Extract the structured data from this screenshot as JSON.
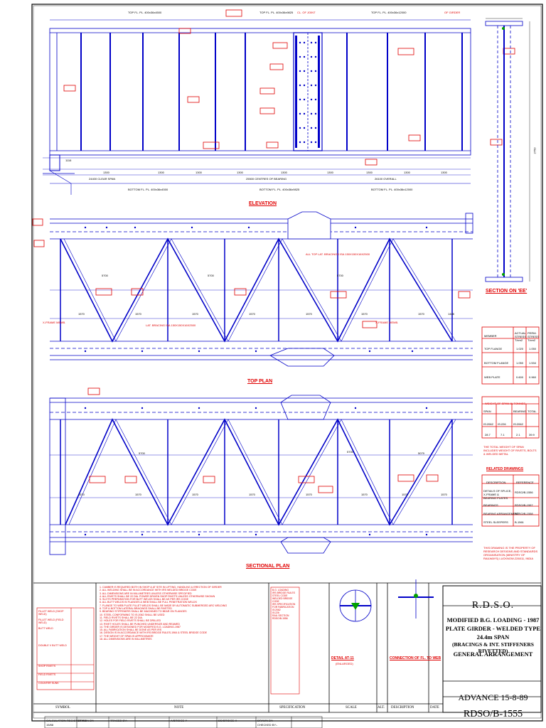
{
  "colors": {
    "drawing": "#0000c8",
    "annotation": "#e00000",
    "frame": "#000000"
  },
  "top_elevation": {
    "dimensions": {
      "top_flange": "TOP FL. PL. 400x36x4500",
      "top_flange_mid": "TOP FL. PL. 400x36x9825",
      "top_flange_right": "TOP FL. PL. 400x36x12000",
      "bottom_flange": "BOTTOM FL. PL. 400x36x4500",
      "bottom_flange_mid": "BOTTOM FL. PL. 400x36x9825",
      "bottom_flange_right": "BOTTOM FL. PL. 400x36x12000",
      "clear_span": "24400 CLEAR SPAN",
      "centres_of_bearing": "25500 CENTRES OF BEARING",
      "overall": "26100 OVERALL",
      "panels": [
        "1116",
        "1300",
        "1300",
        "1300",
        "1300",
        "1300",
        "1300",
        "1300",
        "1300",
        "1300"
      ]
    },
    "of_girder": "OF GIRDER",
    "splice_label": "CL. OF JOINT"
  },
  "section_ee": {
    "title": "SECTION ON 'EE'",
    "depth": "2750"
  },
  "elevation_title": "ELEVATION",
  "top_plan": {
    "title": "TOP PLAN",
    "panels": [
      "1570",
      "1570",
      "1570",
      "1570",
      "1570",
      "1570",
      "1570",
      "1488"
    ],
    "centres": [
      "5700",
      "5700",
      "5700"
    ],
    "notes": [
      "LAT. BRACING ISA 150X150X16X2500",
      "ALL TOP LAT. BRACINGS ISA 150X150X16X2500",
      "X-FRAME MEMB.",
      "X-FRAME MEMB."
    ]
  },
  "sectional_plan": {
    "title": "SECTIONAL PLAN",
    "panels": [
      "1570",
      "1570",
      "1570",
      "1570",
      "1570",
      "1570",
      "1570",
      "1570"
    ],
    "centres": [
      "5700",
      "5700",
      "5079"
    ]
  },
  "stress_table": {
    "headers": [
      "MEMBER",
      "ACTUAL STRESS T/cm2",
      "PERM. STRESS T/cm2"
    ],
    "rows": [
      [
        "TOP FLANGE",
        "1.020",
        "1.050"
      ],
      [
        "BOTTOM FLANGE",
        "1.050",
        "1.534"
      ],
      [
        "WEB PLATE",
        "0.600",
        "0.960"
      ]
    ]
  },
  "weight_table": {
    "title": "WEIGHT OF SPAN IN TONNES",
    "headers": [
      "SPAN",
      "BEARING",
      "TOTAL"
    ],
    "subheaders": [
      "STEEL TO",
      "STEEL TO"
    ],
    "rows": [
      [
        "IS:2062",
        "IS:226",
        "IS:2062"
      ],
      [
        "28.7",
        "7.1",
        "2.1",
        "39.9"
      ]
    ],
    "note": "THE TOTAL WEIGHT OF SPAN INCLUDES WEIGHT OF RIVETS, BOLTS & WELDED METAL"
  },
  "related_drawings": {
    "title": "RELATED DRAWINGS",
    "headers": [
      "DESCRIPTION",
      "REFERENCE"
    ],
    "rows": [
      [
        "DETAILS OF SPLICE, X-FRAME & BEARING PLATES",
        "RDSO/B-1556"
      ],
      [
        "BEARINGS",
        "RDSO/B-1557"
      ],
      [
        "BEARING ARRANGEMENT",
        "RDSO/B-1558"
      ],
      [
        "STEEL SLEEPERS",
        "B-1561"
      ]
    ]
  },
  "property_note": "THIS DRAWING IS THE PROPERTY OF RESEARCH DESIGNS AND STANDARDS ORGANISATION (MINISTRY OF RAILWAYS) LUCKNOW-226011, INDIA",
  "notes": [
    "1. CAMBER IS REQUIRED BOTH IN SHOP & AT SITE IN LIFTING, HANDLING & ERECTION OF GIRDER",
    "2. ALL WELDING SHALL BE IN ACCORDANCE WITH IRS WELDED BRIDGE CODE",
    "3. ALL DIMENSIONS ARE IN MILLIMETRES UNLESS OTHERWISE SPECIFIED",
    "4. ALL RIVETS SHALL BE 22 DIA. POWER DRIVEN SHOP RIVETS UNLESS OTHERWISE SHOWN",
    "5. SLOTS PREPARATION FOR BUTT WELDS SHALL BE AS PER IRS CODE",
    "6. ALL BUTT WELDS IN FLANGES & WEB SHALL BE FULL PENETRATION WELDS",
    "7. FLANGE TO WEB PLATE FILLET WELDS SHALL BE MADE BY AUTOMATIC SUBMERGED ARC WELDING",
    "8. TOP & BOTTOM LATERAL BRACINGS SHALL BE RIVETED",
    "9. BEARING STIFFENERS SHALL BE MACHINED TO BEAR ON FLANGES",
    "10. STEEL CONFORMING TO IS:2062 SHALL BE USED",
    "11. FIELD RIVETS SHALL BE 22 DIA.",
    "12. HOLES FOR FIELD RIVETS SHALL BE DRILLED",
    "13. RIVET HOLES SHALL BE PUNCHED UNDERSIZE AND REAMED",
    "14. THE GIRDER IS DESIGNED FOR MODIFIED B.G. LOADING-1987",
    "15. ALL FABRICATION SHALL BE DONE AS PER IRS",
    "16. DESIGN IS IN ACCORDANCE WITH IRS BRIDGE RULES-1964 & STEEL BRIDGE CODE",
    "17. THE WEIGHT OF SPAN IS APPROXIMATE",
    "18. ALL DIMENSIONS ARE IN MILLIMETRES"
  ],
  "specification": {
    "title": "SPECIFICATION",
    "items": [
      "B.G. LOADING",
      "IRS BRIDGE RULES",
      "STEEL CODE",
      "WELDED BRIDGE CODE",
      "IRS SPECIFICATION FOR FABRICATION",
      "IS:2062",
      "IS:226",
      "RAIL SECTION",
      "RDSO/B-1556"
    ]
  },
  "detail_labels": {
    "detail": "DETAIL AT-11",
    "detail_scale": "(ENLARGED)",
    "connection": "CONNECTION OF FL. TO WEB"
  },
  "legend": {
    "items": [
      "FILLET WELD (SHOP WELD)",
      "FILLET WELD (FIELD WELD)",
      "BUTT WELD",
      "DOUBLE V BUTT WELD",
      "SHOP RIVETS",
      "FIELD RIVETS",
      "COUNTER SUNK"
    ]
  },
  "footer": {
    "symbol": "SYMBOL",
    "note": "NOTE",
    "specification": "SPECIFICATION",
    "scale": "SCALE",
    "alt": "ALT.",
    "description": "DESCRIPTION",
    "date": "DATE"
  },
  "title_block": {
    "org": "R.D.S.O.",
    "line1": "MODIFIED B.G. LOADING - 1987",
    "line2": "PLATE GIRDER - WELDED TYPE",
    "line3": "24.4m SPAN",
    "line4": "(BRACINGS & INT. STIFFENERS RIVETTED)",
    "line5": "GENERAL ARRANGEMENT",
    "advance": "ADVANCE 15-8-89",
    "drawing_no": "RDSO/B-1555"
  },
  "signatures": [
    {
      "role": "CALCULATION REGISTER NO.",
      "value": "15/88"
    },
    {
      "role": "DRAWN BY:-",
      "value": ""
    },
    {
      "role": "TRACED BY:-",
      "value": ""
    },
    {
      "role": "A/BRIDGE-Y",
      "value": ""
    },
    {
      "role": "DD/BRIDGE-II",
      "value": ""
    },
    {
      "role": "DRAWN BY:-",
      "value": ""
    },
    {
      "role": "CHECKED BY:-",
      "value": ""
    }
  ]
}
